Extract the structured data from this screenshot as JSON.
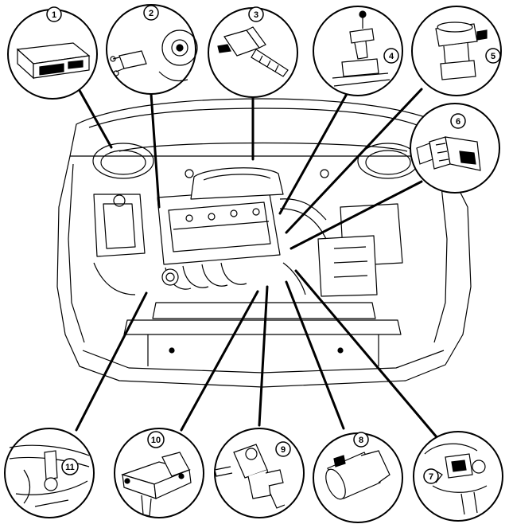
{
  "callouts": [
    {
      "number": "1",
      "part_icon": "control-unit-icon"
    },
    {
      "number": "2",
      "part_icon": "crankshaft-sensor-icon"
    },
    {
      "number": "3",
      "part_icon": "valve-sensor-icon"
    },
    {
      "number": "4",
      "part_icon": "camshaft-sensor-icon"
    },
    {
      "number": "5",
      "part_icon": "egr-valve-icon"
    },
    {
      "number": "6",
      "part_icon": "temperature-sensor-icon"
    },
    {
      "number": "7",
      "part_icon": "throttle-sensor-icon"
    },
    {
      "number": "8",
      "part_icon": "idle-air-valve-icon"
    },
    {
      "number": "9",
      "part_icon": "solenoid-valve-icon"
    },
    {
      "number": "10",
      "part_icon": "map-sensor-icon"
    },
    {
      "number": "11",
      "part_icon": "knock-sensor-icon"
    }
  ],
  "colors": {
    "line": "#000000",
    "background": "#ffffff"
  }
}
